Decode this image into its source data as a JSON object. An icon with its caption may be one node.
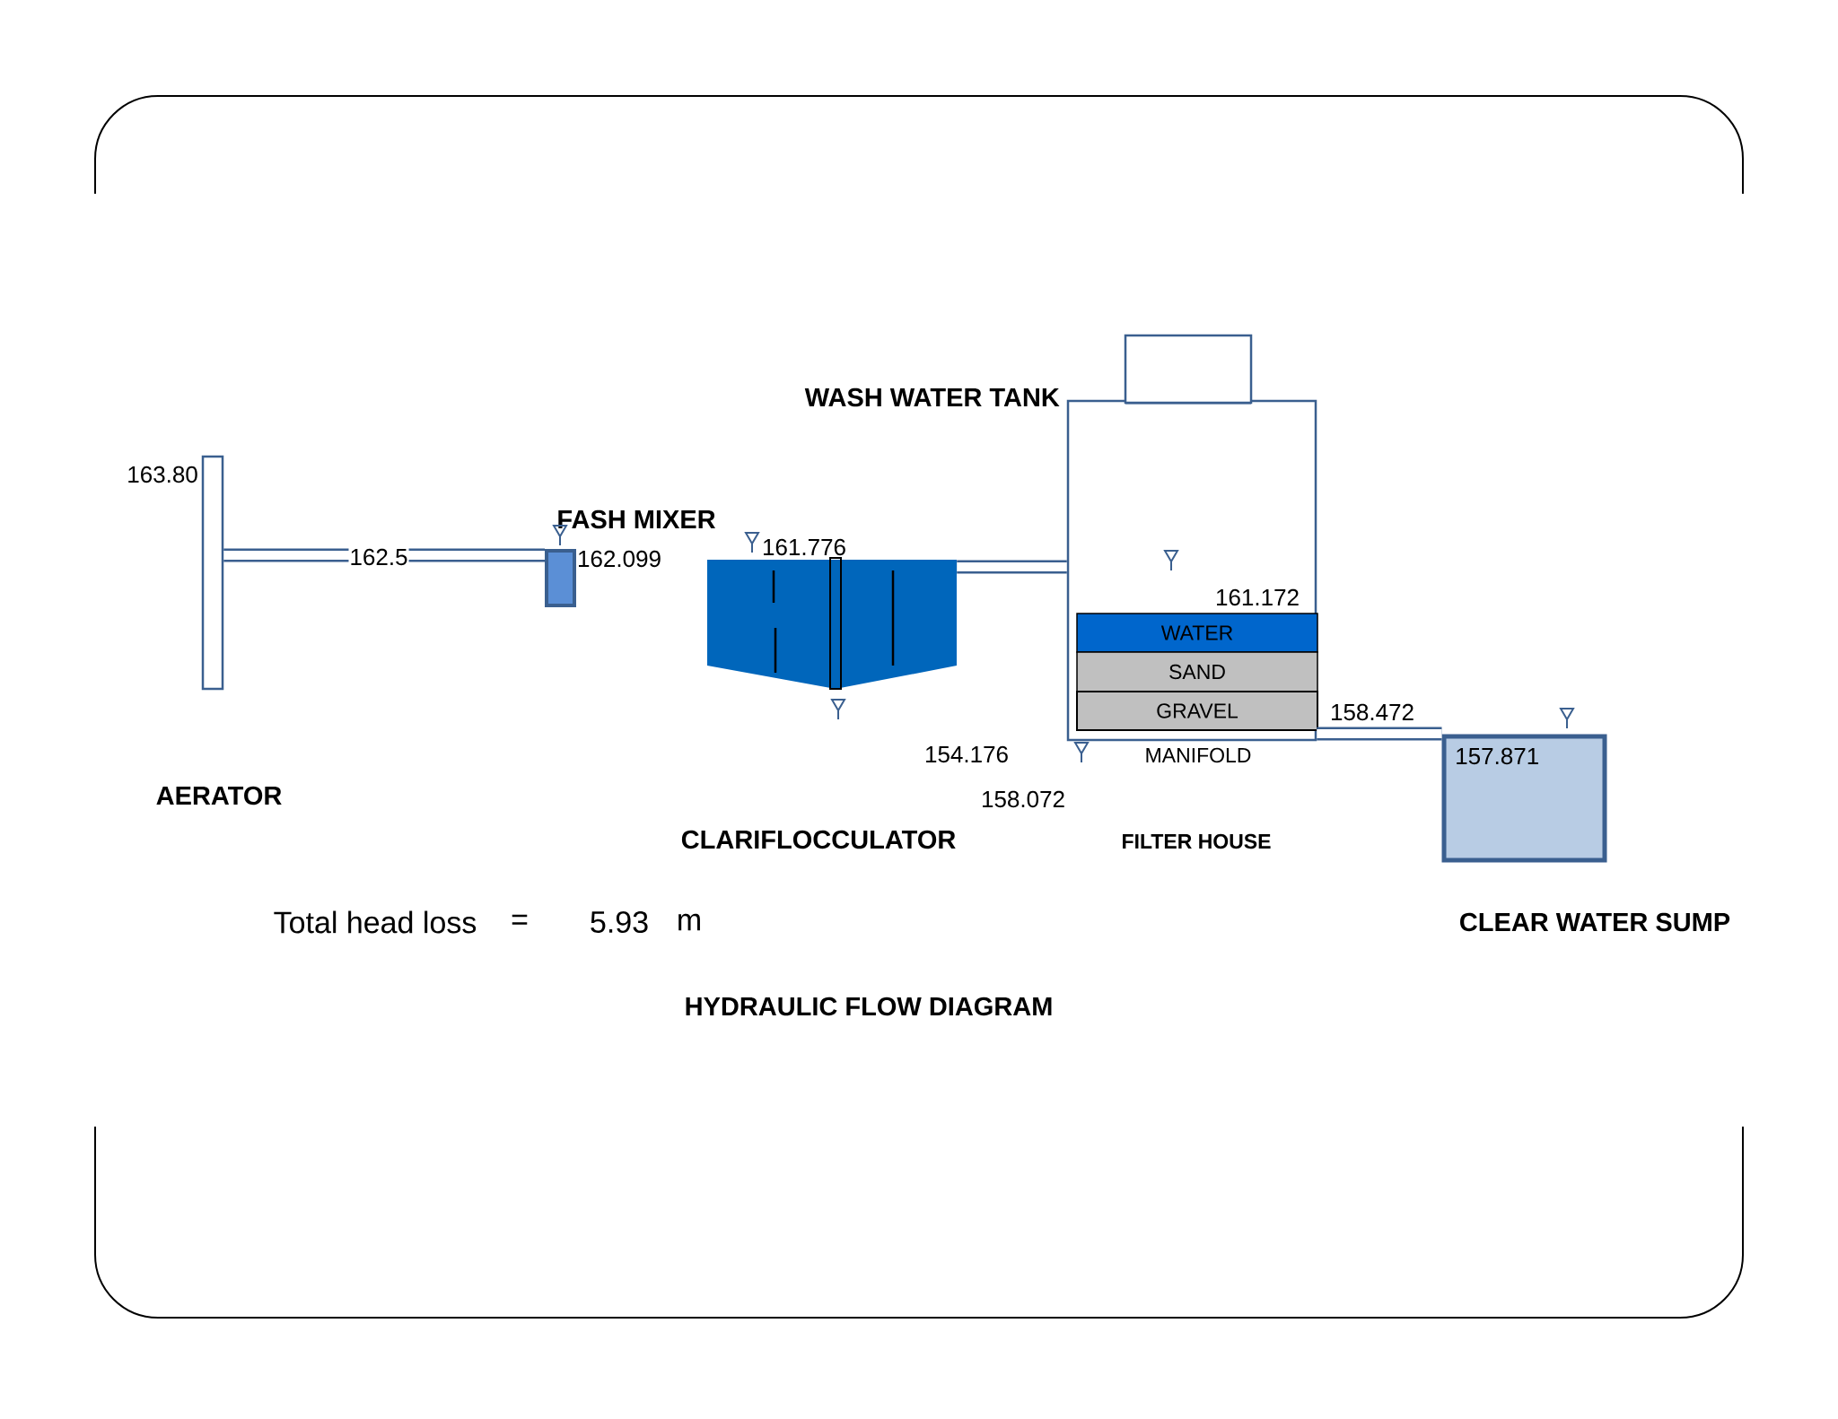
{
  "diagram": {
    "title": "HYDRAULIC FLOW DIAGRAM",
    "nodes": [
      {
        "text": [
          "AERATOR"
        ],
        "beside": [
          "163.80"
        ]
      },
      {
        "text": [
          "FASH MIXER"
        ],
        "beside": [
          "162.099"
        ]
      },
      {
        "text": [],
        "shape": "cone",
        "beside": [
          "161.776"
        ]
      },
      {
        "text": [
          "WASH WATER TANK",
          "FILTER HOUSE"
        ],
        "beside": [
          "161.172"
        ]
      },
      {
        "text": [],
        "shape": "box"
      },
      {
        "text": [
          "WATER"
        ],
        "in": 3
      },
      {
        "text": [
          "SAND"
        ],
        "in": 3
      },
      {
        "text": [
          "GRAVEL"
        ],
        "in": 3
      },
      {
        "text": [
          "157.871"
        ],
        "beside": [
          "CLEAR WATER SUMP"
        ]
      }
    ],
    "edges": [
      {
        "from": 0,
        "to": 1,
        "arrow": "none",
        "label": "162.5"
      },
      {
        "from": 2,
        "to": 3,
        "arrow": "none"
      },
      {
        "from": 3,
        "to": 8,
        "arrow": "none",
        "label": "158.472"
      }
    ],
    "labels": [
      "154.176",
      "MANIFOLD",
      "158.072",
      "CLARIFLOCCULATOR",
      "Total head loss",
      "=",
      "5.93",
      "m"
    ]
  }
}
